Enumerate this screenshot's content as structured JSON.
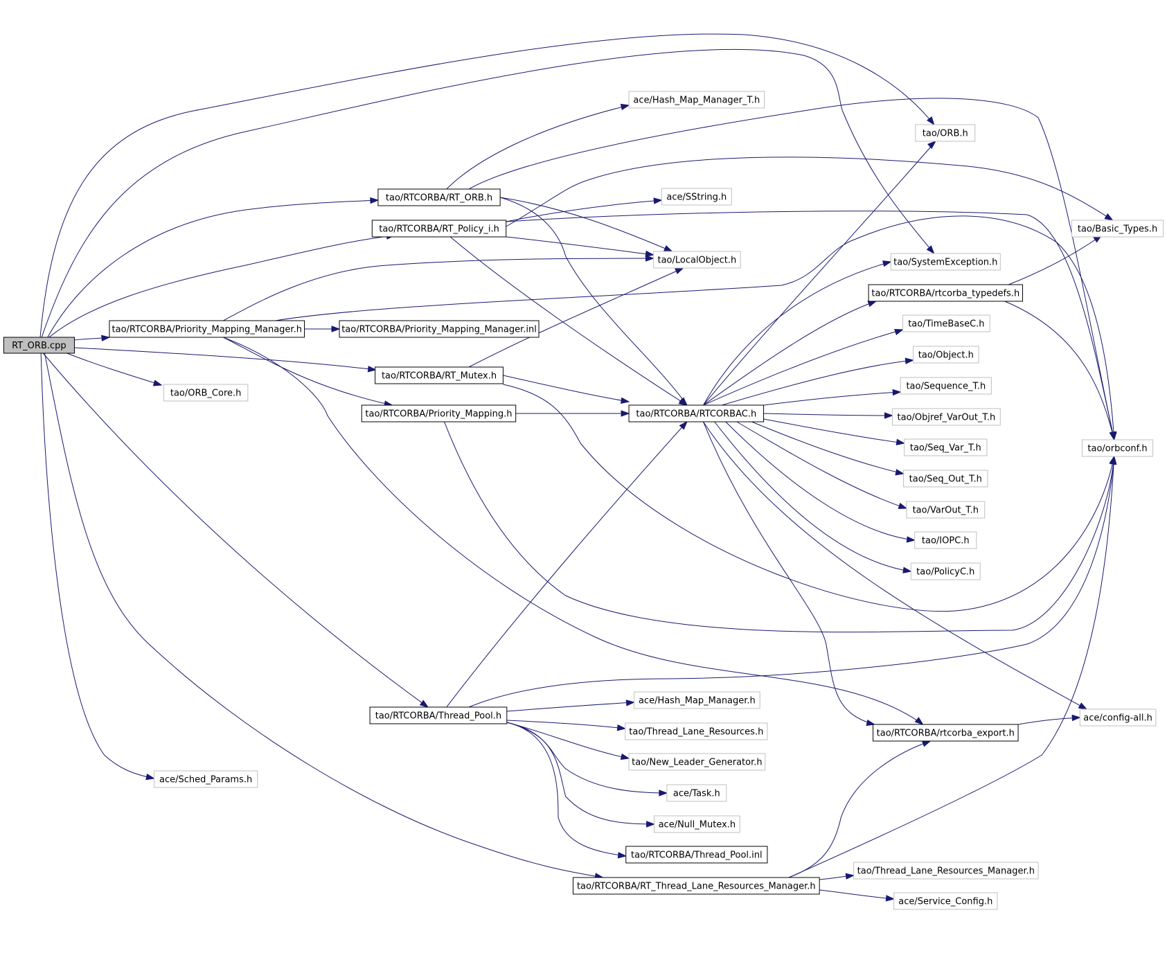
{
  "graph": {
    "root": "RT_ORB.cpp",
    "nodes": {
      "rt_orb_cpp": "RT_ORB.cpp",
      "rt_orb_h": "tao/RTCORBA/RT_ORB.h",
      "rt_policy_i_h": "tao/RTCORBA/RT_Policy_i.h",
      "pmm_h": "tao/RTCORBA/Priority_Mapping_Manager.h",
      "pmm_inl": "tao/RTCORBA/Priority_Mapping_Manager.inl",
      "rt_mutex_h": "tao/RTCORBA/RT_Mutex.h",
      "priority_mapping_h": "tao/RTCORBA/Priority_Mapping.h",
      "rtcorbac_h": "tao/RTCORBA/RTCORBAC.h",
      "thread_pool_h": "tao/RTCORBA/Thread_Pool.h",
      "thread_pool_inl": "tao/RTCORBA/Thread_Pool.inl",
      "rtlrm_h": "tao/RTCORBA/RT_Thread_Lane_Resources_Manager.h",
      "rtcorba_typedefs_h": "tao/RTCORBA/rtcorba_typedefs.h",
      "rtcorba_export_h": "tao/RTCORBA/rtcorba_export.h",
      "orb_core_h": "tao/ORB_Core.h",
      "sched_params_h": "ace/Sched_Params.h",
      "hash_map_manager_t_h": "ace/Hash_Map_Manager_T.h",
      "sstring_h": "ace/SString.h",
      "localobject_h": "tao/LocalObject.h",
      "orb_h": "tao/ORB.h",
      "basic_types_h": "tao/Basic_Types.h",
      "systemexception_h": "tao/SystemException.h",
      "timebasec_h": "tao/TimeBaseC.h",
      "object_h": "tao/Object.h",
      "sequence_t_h": "tao/Sequence_T.h",
      "objref_varout_t_h": "tao/Objref_VarOut_T.h",
      "seq_var_t_h": "tao/Seq_Var_T.h",
      "seq_out_t_h": "tao/Seq_Out_T.h",
      "varout_t_h": "tao/VarOut_T.h",
      "iopc_h": "tao/IOPC.h",
      "policyc_h": "tao/PolicyC.h",
      "orbconf_h": "tao/orbconf.h",
      "config_all_h": "ace/config-all.h",
      "hash_map_manager_h": "ace/Hash_Map_Manager.h",
      "thread_lane_resources_h": "tao/Thread_Lane_Resources.h",
      "new_leader_generator_h": "tao/New_Leader_Generator.h",
      "task_h": "ace/Task.h",
      "null_mutex_h": "ace/Null_Mutex.h",
      "tlrm_h": "tao/Thread_Lane_Resources_Manager.h",
      "service_config_h": "ace/Service_Config.h"
    }
  }
}
